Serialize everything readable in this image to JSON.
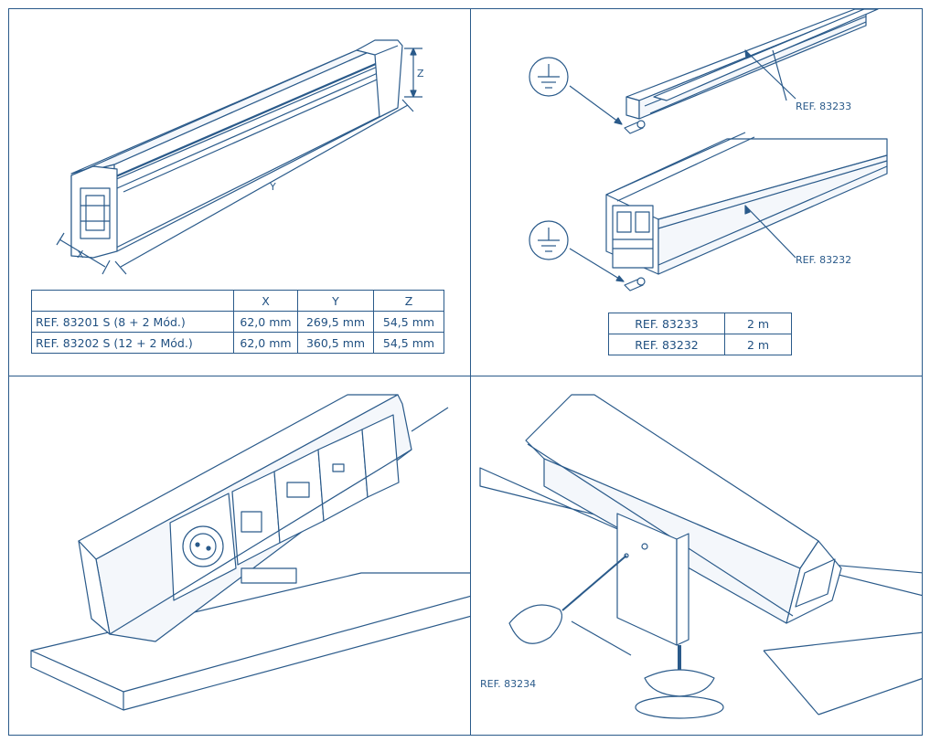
{
  "panel1": {
    "labels": {
      "x": "X",
      "y": "Y",
      "z": "Z"
    },
    "table": {
      "headers": [
        "",
        "X",
        "Y",
        "Z"
      ],
      "rows": [
        [
          "REF. 83201 S (8 + 2 Mód.)",
          "62,0 mm",
          "269,5 mm",
          "54,5 mm"
        ],
        [
          "REF. 83202 S (12 + 2 Mód.)",
          "62,0 mm",
          "360,5 mm",
          "54,5 mm"
        ]
      ]
    }
  },
  "panel2": {
    "labels": {
      "top_ref": "REF. 83233",
      "bottom_ref": "REF. 83232"
    },
    "table": {
      "rows": [
        [
          "REF. 83233",
          "2 m"
        ],
        [
          "REF. 83232",
          "2 m"
        ]
      ]
    }
  },
  "panel4": {
    "labels": {
      "clamp_ref": "REF. 83234"
    }
  },
  "colors": {
    "line": "#2a5a8a",
    "fill": "#ffffff",
    "shade": "#e8eef5"
  }
}
